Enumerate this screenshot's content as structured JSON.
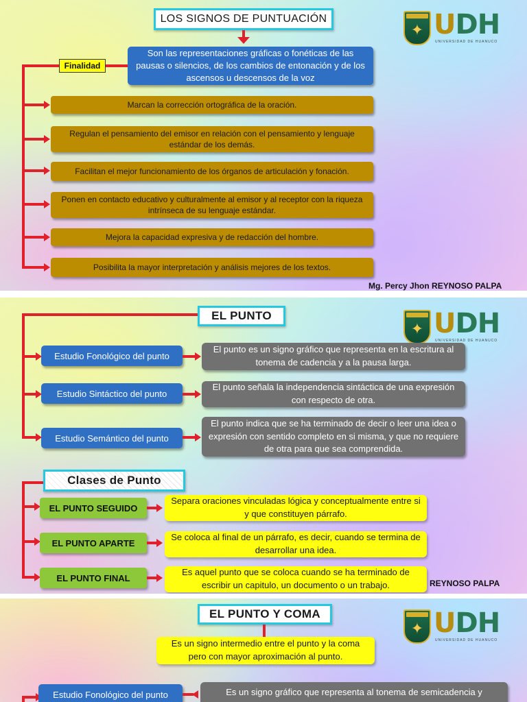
{
  "logo": {
    "text_u": "U",
    "text_dh": "DH",
    "subtitle": "UNIVERSIDAD DE HUANUCO"
  },
  "author": "Mg. Percy Jhon REYNOSO PALPA",
  "author_partial": "REYNOSO PALPA",
  "slide1": {
    "title": "LOS SIGNOS DE PUNTUACIÓN",
    "finalidad_label": "Finalidad",
    "definition": "Son las representaciones gráficas o fonéticas de las pausas o silencios, de los cambios de entonación y de los ascensos u descensos de la voz",
    "items": [
      "Marcan la corrección ortográfica de la oración.",
      "Regulan el pensamiento del emisor en relación con el pensamiento y lenguaje estándar de los demás.",
      "Facilitan el mejor funcionamiento de los órganos de articulación y fonación.",
      "Ponen en contacto educativo y culturalmente al emisor y al receptor con la riqueza intrínseca de su lenguaje estándar.",
      "Mejora la capacidad expresiva y de redacción del hombre.",
      "Posibilita la mayor interpretación y análisis mejores de los textos."
    ]
  },
  "slide2": {
    "title": "EL PUNTO",
    "studies": [
      {
        "label": "Estudio Fonológico del punto",
        "text": "El punto es un signo gráfico que representa en la escritura al tonema de cadencia y a la pausa larga."
      },
      {
        "label": "Estudio Sintáctico del punto",
        "text": "El punto señala la independencia sintáctica de una expresión con respecto de otra."
      },
      {
        "label": "Estudio Semántico del punto",
        "text": "El punto indica que se ha terminado de decir o leer una idea o expresión con sentido completo en si misma, y que no requiere de otra para que sea comprendida."
      }
    ],
    "classes_title": "Clases de Punto",
    "classes": [
      {
        "label": "EL PUNTO SEGUIDO",
        "text": "Separa oraciones vinculadas lógica y conceptualmente entre si y que constituyen párrafo."
      },
      {
        "label": "EL PUNTO APARTE",
        "text": "Se coloca al final de un párrafo, es decir, cuando se termina de desarrollar una idea."
      },
      {
        "label": "EL PUNTO FINAL",
        "text": "Es aquel punto que se coloca cuando se ha terminado de escribir un capitulo, un documento o un trabajo."
      }
    ]
  },
  "slide3": {
    "title": "EL PUNTO Y COMA",
    "definition": "Es un signo intermedio entre el punto y la coma pero con mayor aproximación al punto.",
    "studies": [
      {
        "label": "Estudio Fonológico del punto",
        "text": "Es un signo gráfico que representa al tonema de semicadencia y"
      }
    ]
  }
}
